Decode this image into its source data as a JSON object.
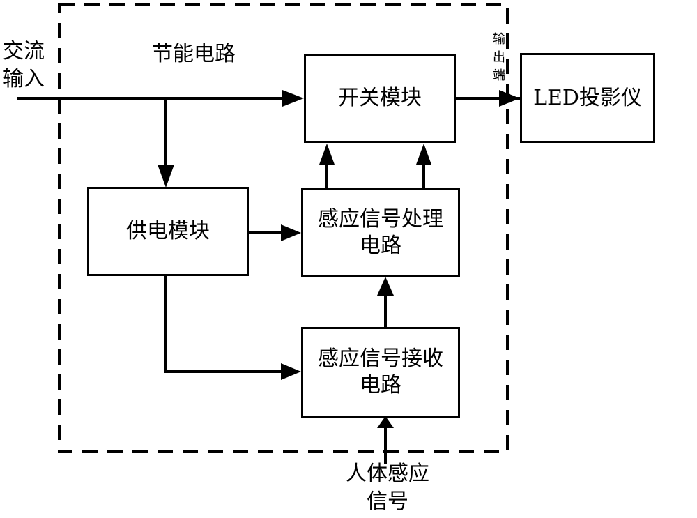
{
  "diagram": {
    "type": "block-diagram",
    "frame": {
      "title": "节能电路",
      "style": "dashed"
    },
    "inputs": {
      "ac_input": [
        "交流",
        "输入"
      ],
      "human_signal": [
        "人体感应",
        "信号"
      ]
    },
    "output_label": [
      "输",
      "出",
      "端"
    ],
    "blocks": {
      "switch_module": [
        "开关模块"
      ],
      "power_supply_module": [
        "供电模块"
      ],
      "signal_processing": [
        "感应信号处理",
        "电路"
      ],
      "signal_receiving": [
        "感应信号接收",
        "电路"
      ],
      "led_projector": [
        "LED投影仪"
      ]
    },
    "connections": [
      {
        "from": "交流输入",
        "to": "开关模块"
      },
      {
        "from": "交流输入",
        "to": "供电模块"
      },
      {
        "from": "供电模块",
        "to": "感应信号处理电路"
      },
      {
        "from": "供电模块",
        "to": "感应信号接收电路"
      },
      {
        "from": "感应信号接收电路",
        "to": "感应信号处理电路"
      },
      {
        "from": "感应信号处理电路",
        "to": "开关模块",
        "count": 2
      },
      {
        "from": "人体感应信号",
        "to": "感应信号接收电路"
      },
      {
        "from": "开关模块",
        "to": "LED投影仪",
        "via": "输出端"
      }
    ]
  }
}
